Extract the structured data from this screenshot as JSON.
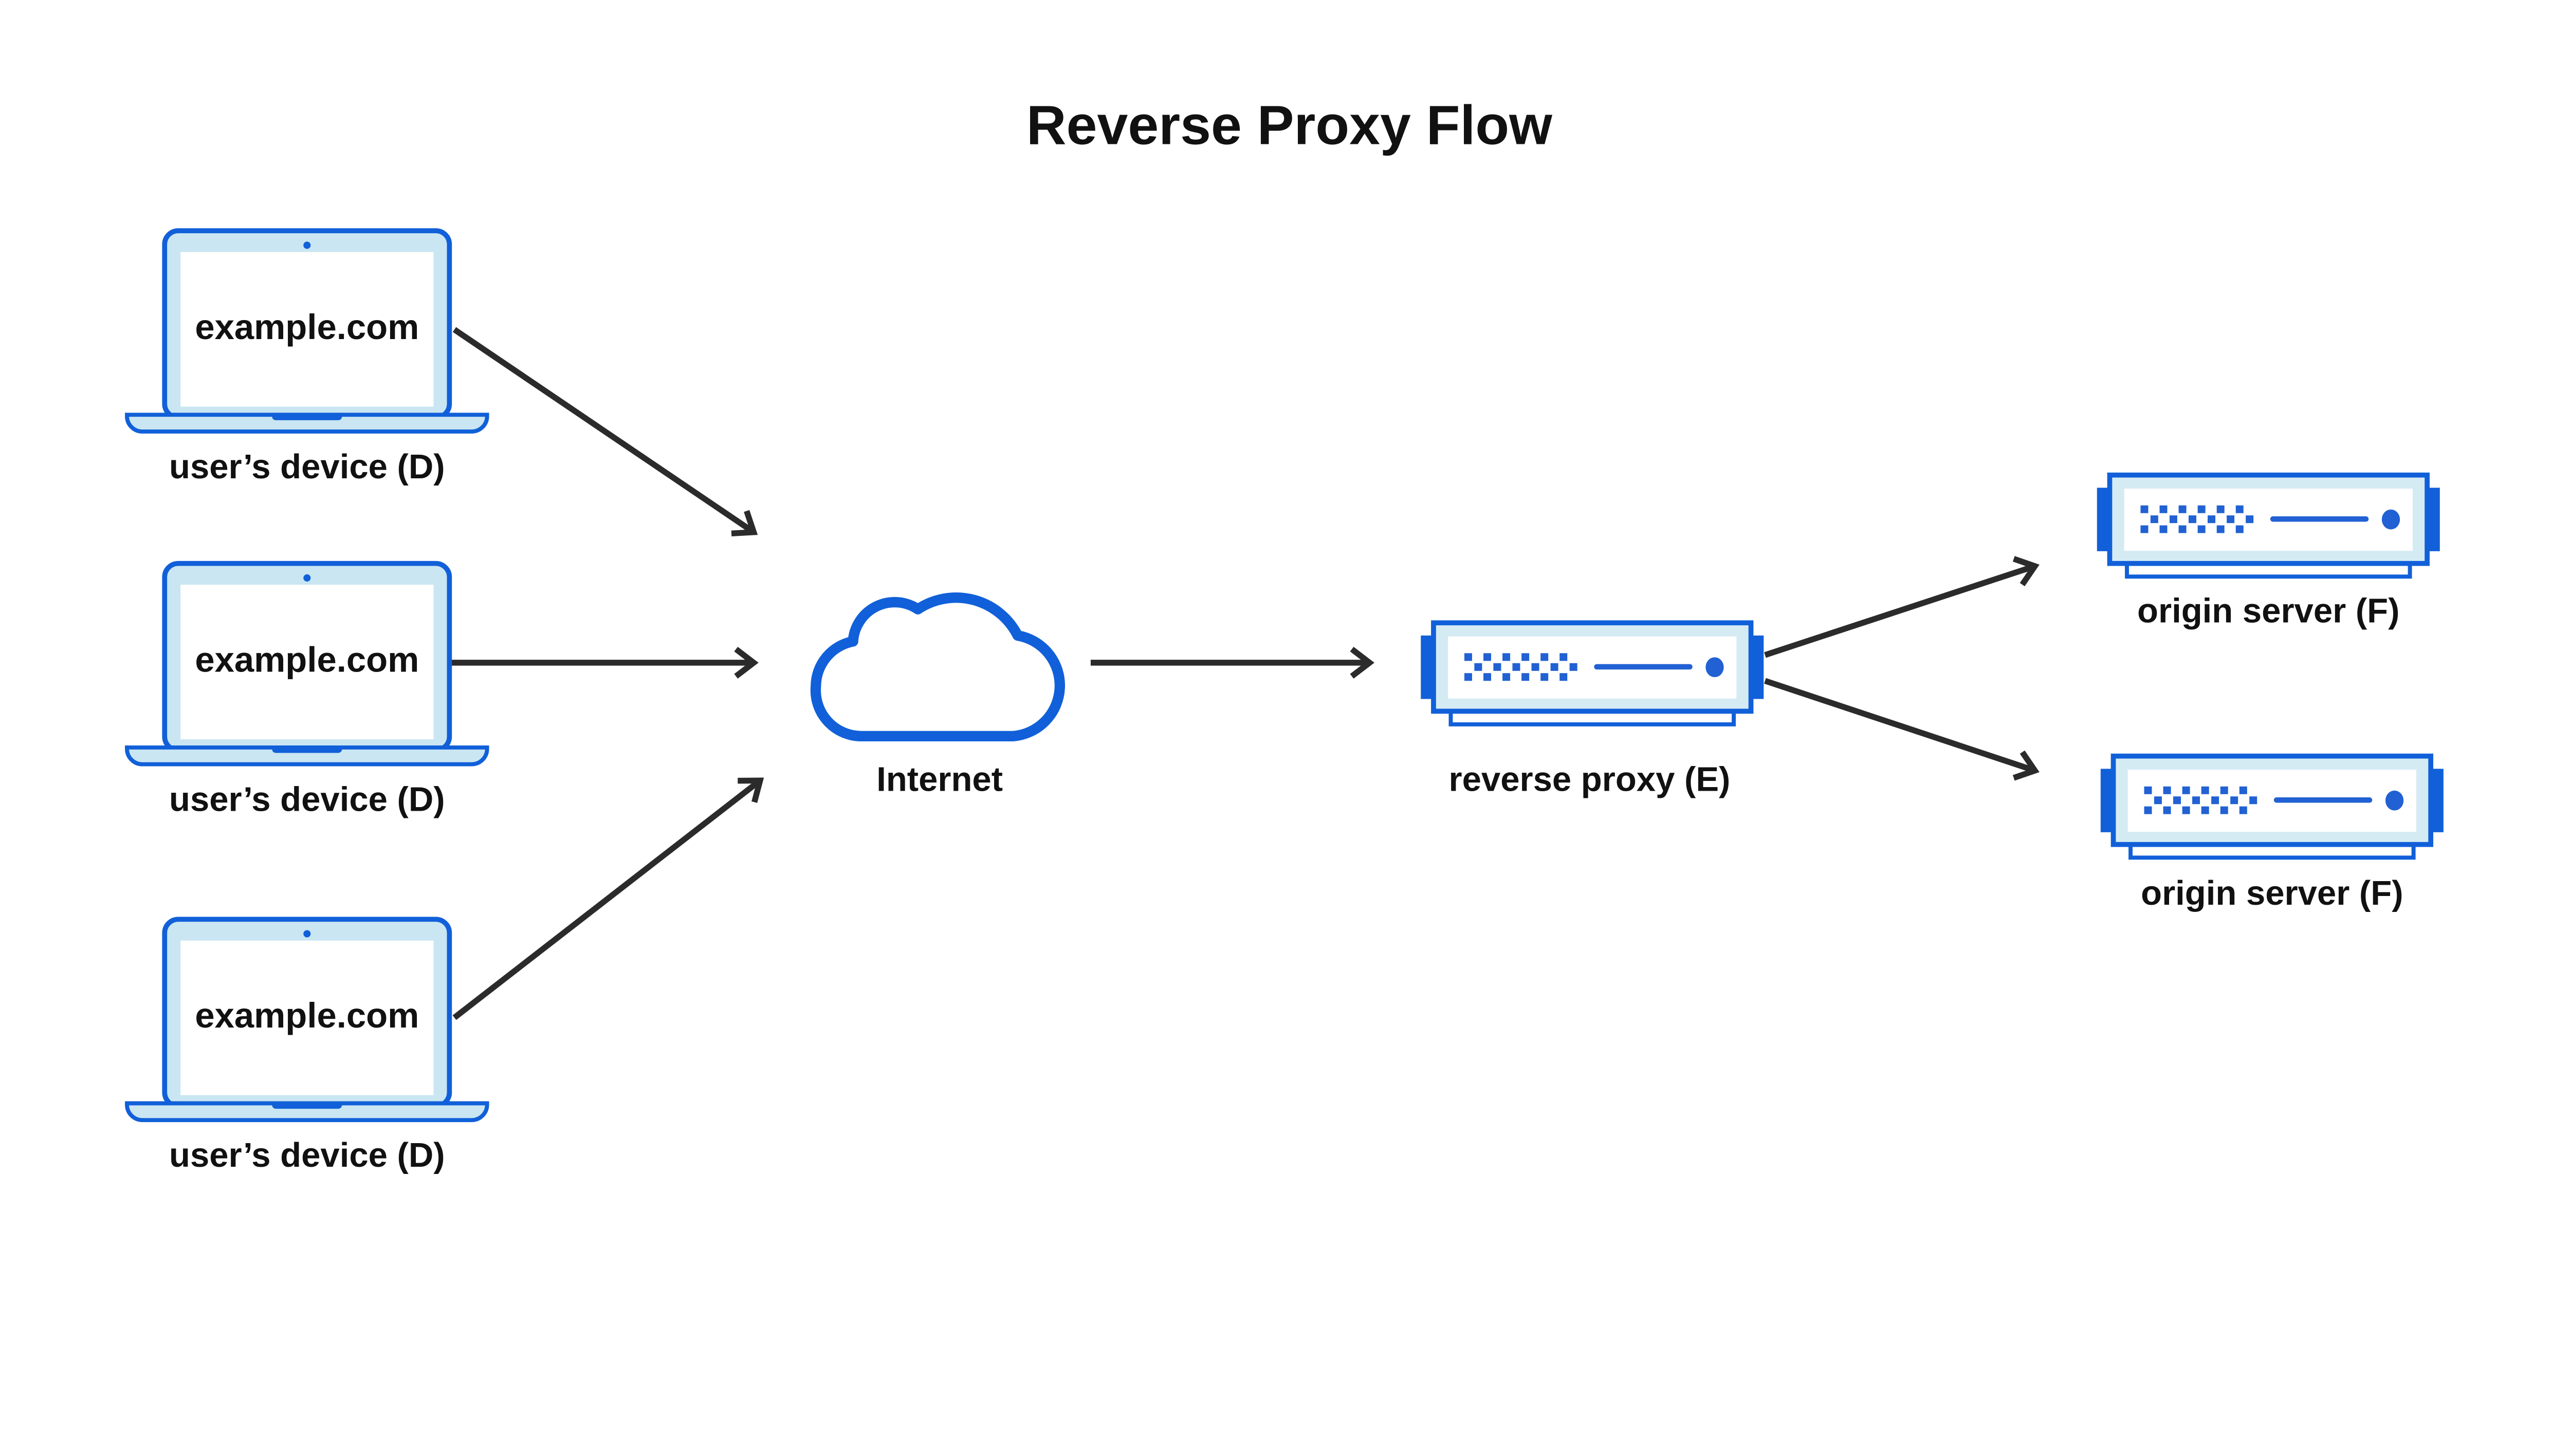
{
  "title": "Reverse Proxy Flow",
  "colors": {
    "accent_blue": "#1160d9",
    "detail_blue": "#2161d3",
    "laptop_fill": "#c9e6f2",
    "server_fill": "#d5ebf4",
    "arrow": "#2b2b2b",
    "text": "#111111",
    "background": "#ffffff"
  },
  "icons": {
    "laptop_icon": "laptop",
    "cloud_icon": "cloud-outline",
    "server_icon": "rack-server",
    "arrow_icon": "open-chevron-arrow"
  },
  "nodes": {
    "devices": [
      {
        "screen_text": "example.com",
        "label": "user’s device (D)"
      },
      {
        "screen_text": "example.com",
        "label": "user’s device (D)"
      },
      {
        "screen_text": "example.com",
        "label": "user’s device (D)"
      }
    ],
    "internet": {
      "label": "Internet"
    },
    "reverse_proxy": {
      "label": "reverse proxy (E)"
    },
    "origin_servers": [
      {
        "label": "origin server (F)"
      },
      {
        "label": "origin server (F)"
      }
    ]
  }
}
